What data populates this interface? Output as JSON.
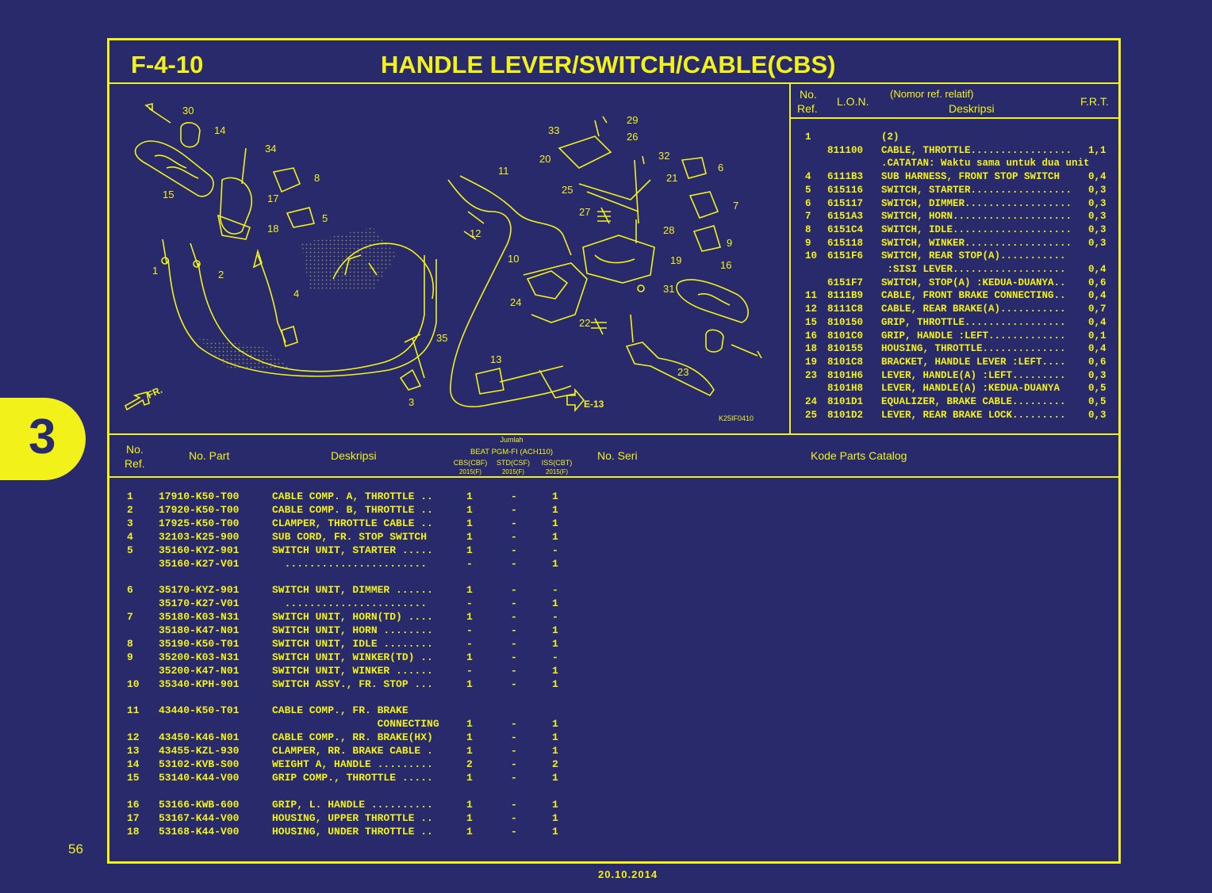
{
  "header": {
    "code": "F-4-10",
    "title": "HANDLE LEVER/SWITCH/CABLE(CBS)"
  },
  "lon_table": {
    "headers": {
      "no_ref": [
        "No.",
        "Ref."
      ],
      "lon": "L.O.N.",
      "desc_top": "(Nomor ref. relatif)",
      "desc": "Deskripsi",
      "frt": "F.R.T."
    },
    "rows": [
      {
        "ref": "1",
        "lon": "",
        "desc": "(2)",
        "frt": ""
      },
      {
        "ref": "",
        "lon": "811100",
        "desc": "CABLE, THROTTLE.................",
        "frt": "1,1"
      },
      {
        "ref": "",
        "lon": "",
        "desc": ".CATATAN: Waktu sama untuk dua unit",
        "frt": ""
      },
      {
        "ref": "4",
        "lon": "6111B3",
        "desc": "SUB HARNESS, FRONT STOP SWITCH",
        "frt": "0,4"
      },
      {
        "ref": "5",
        "lon": "615116",
        "desc": "SWITCH, STARTER.................",
        "frt": "0,3"
      },
      {
        "ref": "6",
        "lon": "615117",
        "desc": "SWITCH, DIMMER..................",
        "frt": "0,3"
      },
      {
        "ref": "7",
        "lon": "6151A3",
        "desc": "SWITCH, HORN....................",
        "frt": "0,3"
      },
      {
        "ref": "8",
        "lon": "6151C4",
        "desc": "SWITCH, IDLE....................",
        "frt": "0,3"
      },
      {
        "ref": "9",
        "lon": "615118",
        "desc": "SWITCH, WINKER..................",
        "frt": "0,3"
      },
      {
        "ref": "10",
        "lon": "6151F6",
        "desc": "SWITCH, REAR STOP(A)...........",
        "frt": ""
      },
      {
        "ref": "",
        "lon": "",
        "desc": " :SISI LEVER...................",
        "frt": "0,4"
      },
      {
        "ref": "",
        "lon": "6151F7",
        "desc": "SWITCH, STOP(A) :KEDUA-DUANYA..",
        "frt": "0,6"
      },
      {
        "ref": "11",
        "lon": "8111B9",
        "desc": "CABLE, FRONT BRAKE CONNECTING..",
        "frt": "0,4"
      },
      {
        "ref": "12",
        "lon": "8111C8",
        "desc": "CABLE, REAR BRAKE(A)...........",
        "frt": "0,7"
      },
      {
        "ref": "15",
        "lon": "810150",
        "desc": "GRIP, THROTTLE.................",
        "frt": "0,4"
      },
      {
        "ref": "16",
        "lon": "8101C0",
        "desc": "GRIP, HANDLE :LEFT.............",
        "frt": "0,1"
      },
      {
        "ref": "18",
        "lon": "810155",
        "desc": "HOUSING, THROTTLE..............",
        "frt": "0,4"
      },
      {
        "ref": "19",
        "lon": "8101C8",
        "desc": "BRACKET, HANDLE LEVER :LEFT....",
        "frt": "0,6"
      },
      {
        "ref": "23",
        "lon": "8101H6",
        "desc": "LEVER, HANDLE(A) :LEFT.........",
        "frt": "0,3"
      },
      {
        "ref": "",
        "lon": "8101H8",
        "desc": "LEVER, HANDLE(A) :KEDUA-DUANYA",
        "frt": "0,5"
      },
      {
        "ref": "24",
        "lon": "8101D1",
        "desc": "EQUALIZER, BRAKE CABLE.........",
        "frt": "0,5"
      },
      {
        "ref": "25",
        "lon": "8101D2",
        "desc": "LEVER, REAR BRAKE LOCK.........",
        "frt": "0,3"
      }
    ]
  },
  "diagram": {
    "callouts": [
      "30",
      "14",
      "34",
      "8",
      "15",
      "17",
      "5",
      "18",
      "1",
      "2",
      "4",
      "35",
      "3",
      "33",
      "29",
      "26",
      "20",
      "32",
      "6",
      "11",
      "25",
      "21",
      "7",
      "27",
      "28",
      "12",
      "9",
      "10",
      "19",
      "16",
      "24",
      "22",
      "31",
      "13",
      "23"
    ],
    "fr_label": "FR.",
    "ref_label": "E-13",
    "diagram_code": "K25IF0410"
  },
  "parts_table": {
    "headers": {
      "no_ref": [
        "No.",
        "Ref."
      ],
      "no_part": "No. Part",
      "desc": "Deskripsi",
      "jumlah": "Jumlah",
      "model": "BEAT PGM-FI (ACH110)",
      "types": [
        "CBS(CBF)",
        "STD(CSF)",
        "ISS(CBT)"
      ],
      "years": [
        "2015(F)",
        "2015(F)",
        "2015(F)"
      ],
      "no_seri": "No. Seri",
      "kode": "Kode Parts Catalog"
    },
    "rows": [
      {
        "ref": "1",
        "part": "17910-K50-T00",
        "desc": "CABLE COMP. A, THROTTLE ..",
        "q1": "1",
        "q2": "-",
        "q3": "1"
      },
      {
        "ref": "2",
        "part": "17920-K50-T00",
        "desc": "CABLE COMP. B, THROTTLE ..",
        "q1": "1",
        "q2": "-",
        "q3": "1"
      },
      {
        "ref": "3",
        "part": "17925-K50-T00",
        "desc": "CLAMPER, THROTTLE CABLE ..",
        "q1": "1",
        "q2": "-",
        "q3": "1"
      },
      {
        "ref": "4",
        "part": "32103-K25-900",
        "desc": "SUB CORD, FR. STOP SWITCH",
        "q1": "1",
        "q2": "-",
        "q3": "1"
      },
      {
        "ref": "5",
        "part": "35160-KYZ-901",
        "desc": "SWITCH UNIT, STARTER .....",
        "q1": "1",
        "q2": "-",
        "q3": "-"
      },
      {
        "ref": "",
        "part": "35160-K27-V01",
        "desc": "  .......................",
        "q1": "-",
        "q2": "-",
        "q3": "1"
      },
      {
        "ref": "",
        "part": "",
        "desc": "",
        "q1": "",
        "q2": "",
        "q3": ""
      },
      {
        "ref": "6",
        "part": "35170-KYZ-901",
        "desc": "SWITCH UNIT, DIMMER ......",
        "q1": "1",
        "q2": "-",
        "q3": "-"
      },
      {
        "ref": "",
        "part": "35170-K27-V01",
        "desc": "  .......................",
        "q1": "-",
        "q2": "-",
        "q3": "1"
      },
      {
        "ref": "7",
        "part": "35180-K03-N31",
        "desc": "SWITCH UNIT, HORN(TD) ....",
        "q1": "1",
        "q2": "-",
        "q3": "-"
      },
      {
        "ref": "",
        "part": "35180-K47-N01",
        "desc": "SWITCH UNIT, HORN ........",
        "q1": "-",
        "q2": "-",
        "q3": "1"
      },
      {
        "ref": "8",
        "part": "35190-K50-T01",
        "desc": "SWITCH UNIT, IDLE ........",
        "q1": "-",
        "q2": "-",
        "q3": "1"
      },
      {
        "ref": "9",
        "part": "35200-K03-N31",
        "desc": "SWITCH UNIT, WINKER(TD) ..",
        "q1": "1",
        "q2": "-",
        "q3": "-"
      },
      {
        "ref": "",
        "part": "35200-K47-N01",
        "desc": "SWITCH UNIT, WINKER ......",
        "q1": "-",
        "q2": "-",
        "q3": "1"
      },
      {
        "ref": "10",
        "part": "35340-KPH-901",
        "desc": "SWITCH ASSY., FR. STOP ...",
        "q1": "1",
        "q2": "-",
        "q3": "1"
      },
      {
        "ref": "",
        "part": "",
        "desc": "",
        "q1": "",
        "q2": "",
        "q3": ""
      },
      {
        "ref": "11",
        "part": "43440-K50-T01",
        "desc": "CABLE COMP., FR. BRAKE",
        "q1": "",
        "q2": "",
        "q3": ""
      },
      {
        "ref": "",
        "part": "",
        "desc": "                 CONNECTING",
        "q1": "1",
        "q2": "-",
        "q3": "1"
      },
      {
        "ref": "12",
        "part": "43450-K46-N01",
        "desc": "CABLE COMP., RR. BRAKE(HX)",
        "q1": "1",
        "q2": "-",
        "q3": "1"
      },
      {
        "ref": "13",
        "part": "43455-KZL-930",
        "desc": "CLAMPER, RR. BRAKE CABLE .",
        "q1": "1",
        "q2": "-",
        "q3": "1"
      },
      {
        "ref": "14",
        "part": "53102-KVB-S00",
        "desc": "WEIGHT A, HANDLE .........",
        "q1": "2",
        "q2": "-",
        "q3": "2"
      },
      {
        "ref": "15",
        "part": "53140-K44-V00",
        "desc": "GRIP COMP., THROTTLE .....",
        "q1": "1",
        "q2": "-",
        "q3": "1"
      },
      {
        "ref": "",
        "part": "",
        "desc": "",
        "q1": "",
        "q2": "",
        "q3": ""
      },
      {
        "ref": "16",
        "part": "53166-KWB-600",
        "desc": "GRIP, L. HANDLE ..........",
        "q1": "1",
        "q2": "-",
        "q3": "1"
      },
      {
        "ref": "17",
        "part": "53167-K44-V00",
        "desc": "HOUSING, UPPER THROTTLE ..",
        "q1": "1",
        "q2": "-",
        "q3": "1"
      },
      {
        "ref": "18",
        "part": "53168-K44-V00",
        "desc": "HOUSING, UNDER THROTTLE ..",
        "q1": "1",
        "q2": "-",
        "q3": "1"
      }
    ]
  },
  "section_tab": "3",
  "page_number": "56",
  "date": "20.10.2014"
}
